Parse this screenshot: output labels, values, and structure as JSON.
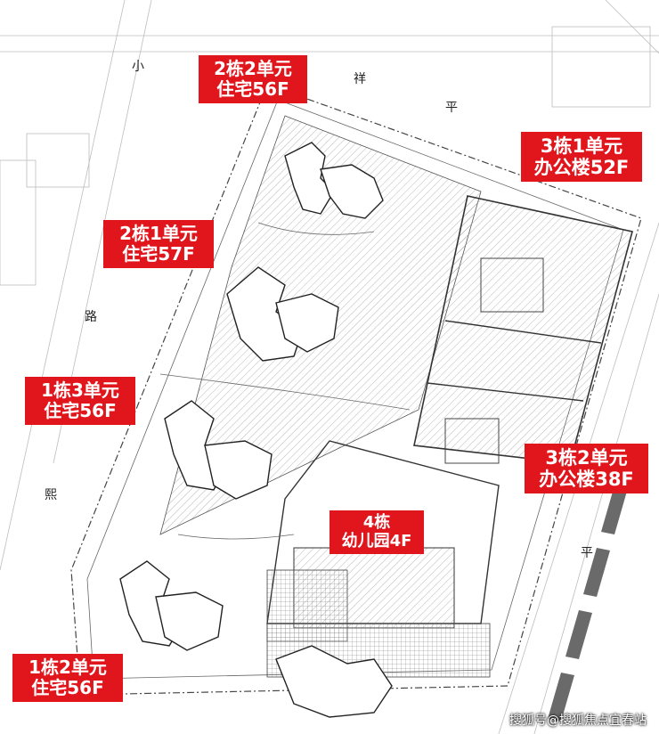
{
  "roads": {
    "north_chars": [
      "小",
      "祥",
      "平"
    ],
    "west_chars": [
      "路",
      "熙"
    ],
    "east_char": "平"
  },
  "labels": [
    {
      "id": "b2u2",
      "line1": "2栋2单元",
      "line2": "住宅56F"
    },
    {
      "id": "b3u1",
      "line1": "3栋1单元",
      "line2": "办公楼52F"
    },
    {
      "id": "b2u1",
      "line1": "2栋1单元",
      "line2": "住宅57F"
    },
    {
      "id": "b1u3",
      "line1": "1栋3单元",
      "line2": "住宅56F"
    },
    {
      "id": "b3u2",
      "line1": "3栋2单元",
      "line2": "办公楼38F"
    },
    {
      "id": "b4",
      "line1": "4栋",
      "line2": "幼儿园4F"
    },
    {
      "id": "b1u2",
      "line1": "1栋2单元",
      "line2": "住宅56F"
    }
  ],
  "watermark": "搜狐号@搜狐焦点宜春站",
  "colors": {
    "label_bg": "#e0161c",
    "label_text": "#ffffff",
    "linework": "#555555",
    "hatch": "#888888",
    "road_stripe": "#666666"
  }
}
